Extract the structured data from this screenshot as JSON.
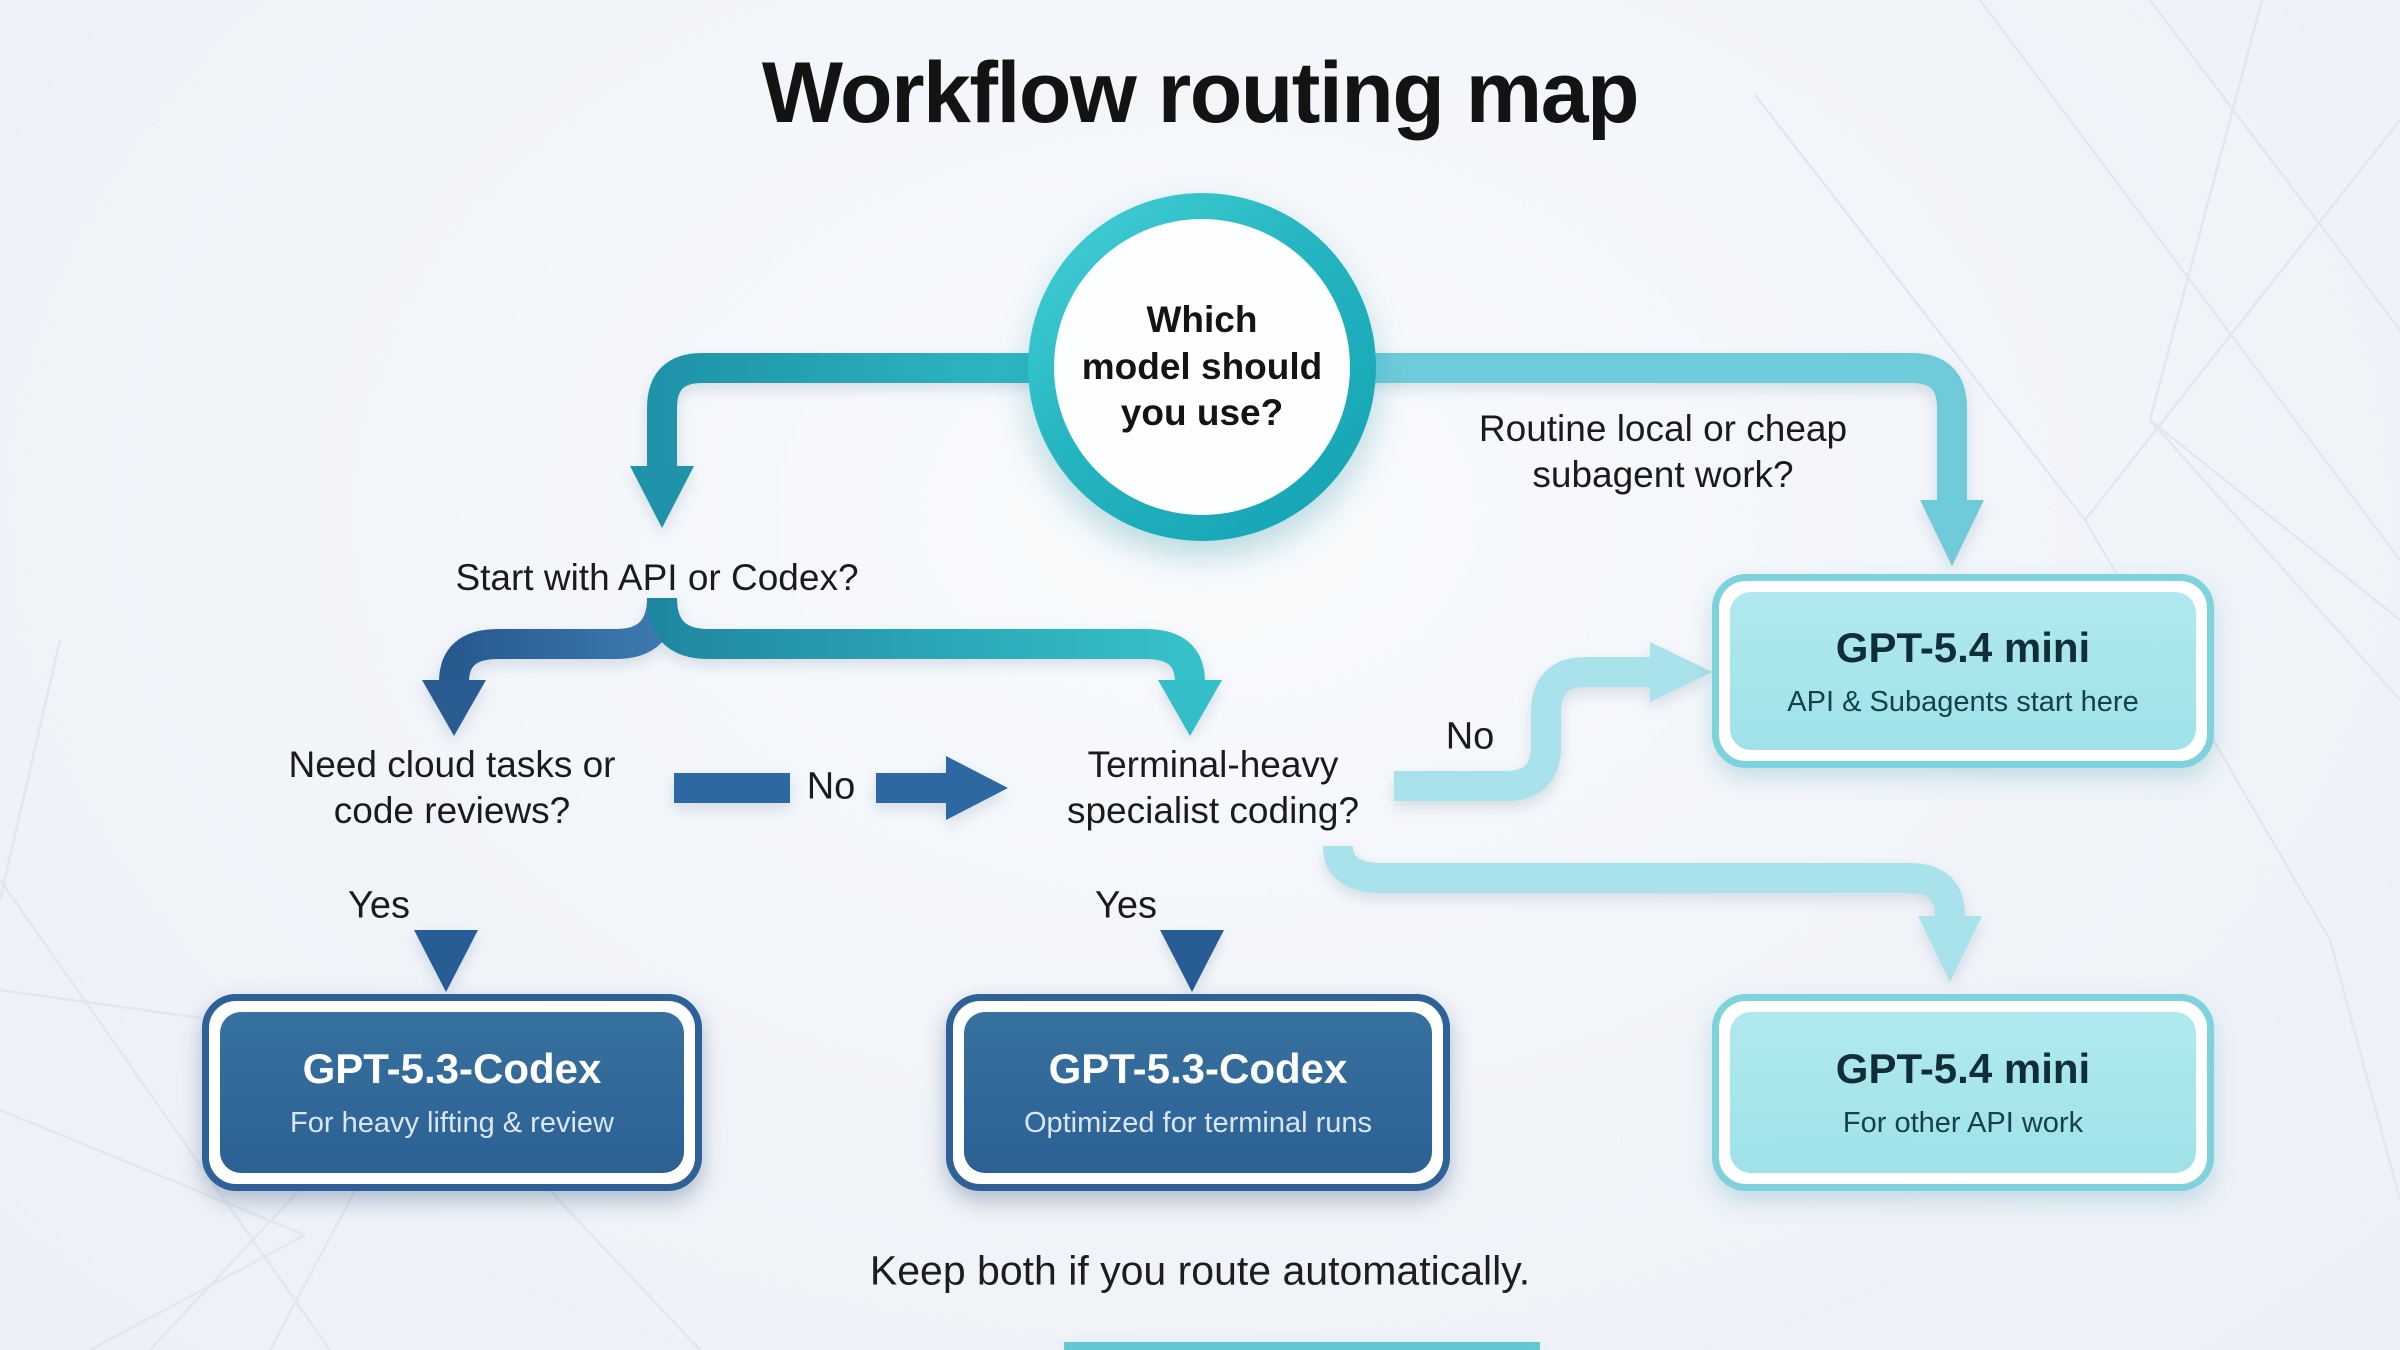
{
  "title": "Workflow routing map",
  "caption": "Keep both if you route automatically.",
  "root_question": {
    "line1": "Which",
    "line2": "model should",
    "line3": "you use?"
  },
  "questions": {
    "start": "Start with API or Codex?",
    "cloud": {
      "line1": "Need cloud tasks or",
      "line2": "code reviews?"
    },
    "terminal": {
      "line1": "Terminal-heavy",
      "line2": "specialist coding?"
    },
    "routine": {
      "line1": "Routine local or cheap",
      "line2": "subagent work?"
    }
  },
  "edge_labels": {
    "cloud_yes": "Yes",
    "cloud_no": "No",
    "terminal_yes": "Yes",
    "terminal_no": "No"
  },
  "boxes": {
    "codex_review": {
      "title": "GPT-5.3-Codex",
      "subtitle": "For heavy lifting & review"
    },
    "codex_terminal": {
      "title": "GPT-5.3-Codex",
      "subtitle": "Optimized for terminal runs"
    },
    "mini_start": {
      "title": "GPT-5.4 mini",
      "subtitle": "API & Subagents start here"
    },
    "mini_other": {
      "title": "GPT-5.4 mini",
      "subtitle": "For other API work"
    }
  },
  "colors": {
    "teal_arrow": "#2aa6b7",
    "dark_blue_arrow": "#2e68a3",
    "light_cyan_arrow": "#6fcbd9",
    "pale_cyan_arrow": "#a9e2ea",
    "hub_ring": "#25b5c0",
    "dark_box_fill": "#31669d",
    "light_box_fill": "#a9e6eb",
    "ink": "#161616"
  }
}
